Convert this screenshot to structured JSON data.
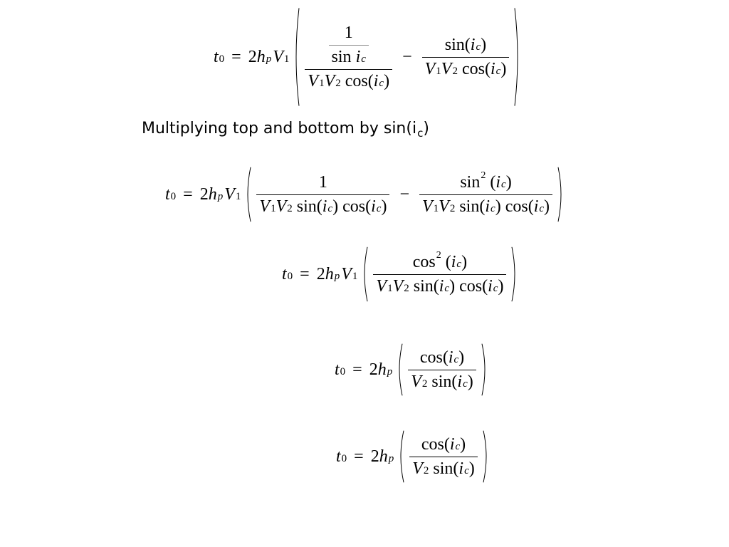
{
  "sym": {
    "t": "t",
    "zero": "0",
    "eq": "=",
    "two": "2",
    "h": "h",
    "p": "p",
    "V": "V",
    "one": "1",
    "two_sub": "2",
    "i": "i",
    "c": "c",
    "minus": "−",
    "lp": "(",
    "rp": ")",
    "sin": "sin",
    "cos": "cos",
    "sq": "2"
  },
  "note": {
    "text": "Multiplying top and bottom by sin(i",
    "sub": "c",
    "close": ")"
  }
}
